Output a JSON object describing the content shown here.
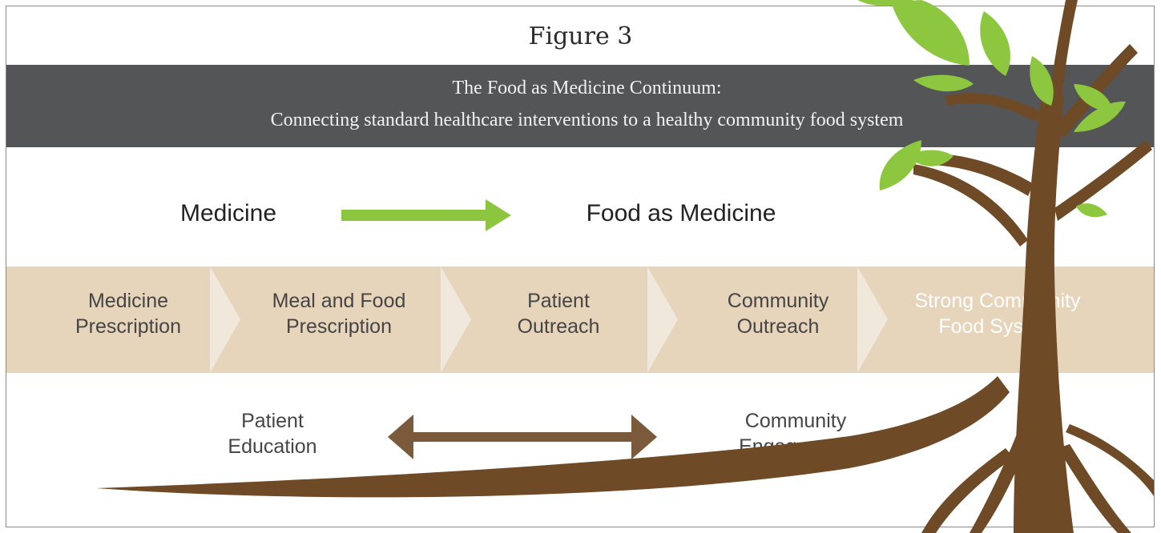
{
  "figure_label": "Figure 3",
  "banner": {
    "line1": "The Food as Medicine Continuum:",
    "line2": "Connecting standard healthcare interventions to a healthy community food system"
  },
  "header_labels": {
    "left": "Medicine",
    "right": "Food as Medicine"
  },
  "continuum_steps": [
    {
      "line1": "Medicine",
      "line2": "Prescription"
    },
    {
      "line1": "Meal and Food",
      "line2": "Prescription"
    },
    {
      "line1": "Patient",
      "line2": "Outreach"
    },
    {
      "line1": "Community",
      "line2": "Outreach"
    },
    {
      "line1": "Strong Community",
      "line2": "Food System"
    }
  ],
  "bottom_labels": {
    "left": {
      "line1": "Patient",
      "line2": "Education"
    },
    "right": {
      "line1": "Community",
      "line2": "Engagement"
    }
  },
  "colors": {
    "banner": "#545557",
    "band": "#e6d4bb",
    "chevron": "#f1e8dc",
    "green_arrow": "#8cc63f",
    "brown_arrow": "#7a5a3a",
    "tree_trunk": "#6f4a26",
    "leaf": "#8dc63f"
  }
}
